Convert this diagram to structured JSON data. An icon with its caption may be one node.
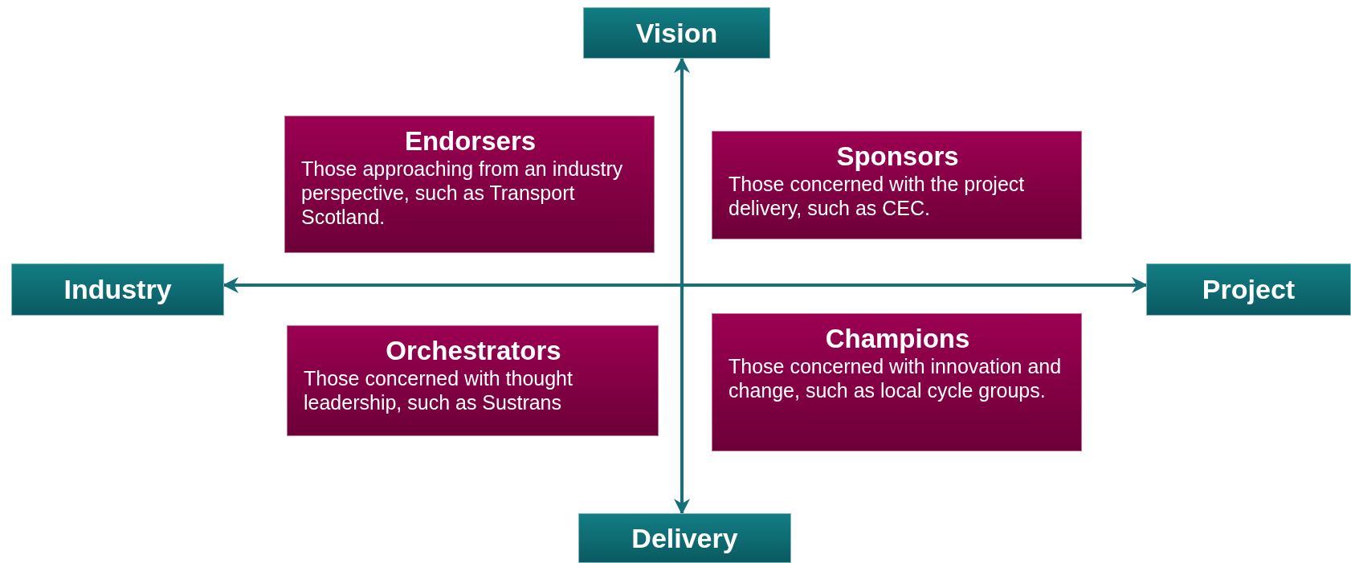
{
  "diagram": {
    "nodes": [
      {
        "text": [
          "Vision"
        ]
      },
      {
        "text": [
          "Endorsers",
          "Those approaching from an industry perspective, such as Transport Scotland."
        ]
      },
      {
        "text": [
          "Sponsors",
          "Those concerned with the project delivery, such as CEC."
        ]
      },
      {
        "text": [
          "Industry"
        ]
      },
      {
        "text": [
          "Project"
        ]
      },
      {
        "text": [
          "Orchestrators",
          "Those concerned with thought leadership, such as Sustrans"
        ]
      },
      {
        "text": [
          "Champions",
          "Those concerned with innovation and change, such as local cycle groups."
        ]
      },
      {
        "text": [
          "Delivery"
        ]
      }
    ],
    "edges": [
      {
        "from": 0,
        "to": 7,
        "arrow": "both"
      },
      {
        "from": 3,
        "to": 4,
        "arrow": "both"
      }
    ]
  }
}
